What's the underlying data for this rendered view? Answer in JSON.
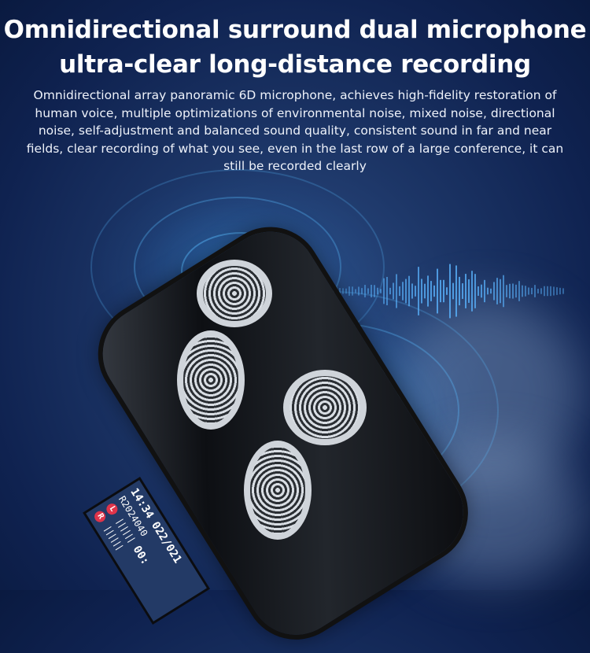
{
  "headline": {
    "line1": "Omnidirectional surround dual microphone",
    "line2": "ultra-clear long-distance recording"
  },
  "description": "Omnidirectional array panoramic 6D microphone, achieves high-fidelity restoration of human voice, multiple optimizations of environmental noise, mixed noise, directional noise, self-adjustment and balanced sound quality, consistent sound in far and near fields, clear recording of what you see, even in the last row of a large conference, it can still be recorded clearly",
  "device_screen": {
    "time": "14:34",
    "file_count": "022/021",
    "file_name": "R2024040",
    "elapsed": "00:",
    "channel_left": "L",
    "channel_right": "R"
  },
  "colors": {
    "background": "#1c3566",
    "sound_wave": "#5ab4ff",
    "channel_badge": "#e0344a"
  }
}
